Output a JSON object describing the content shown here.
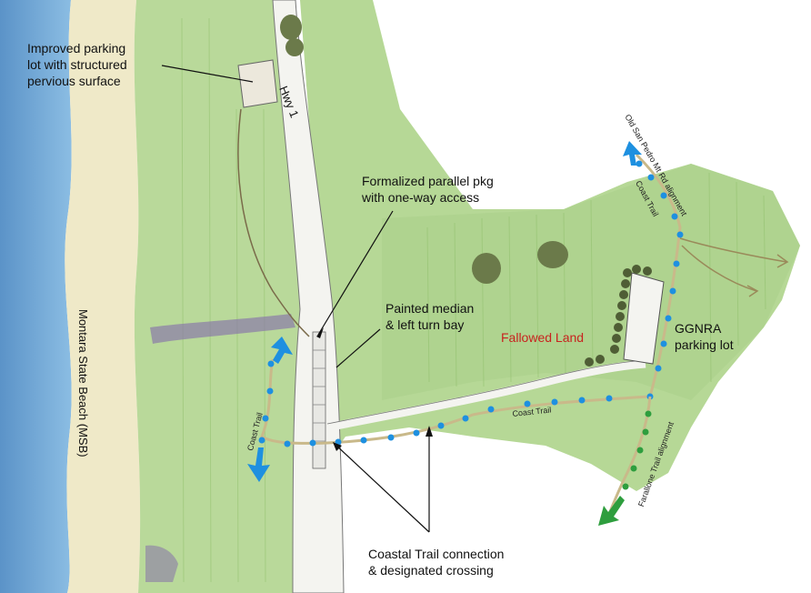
{
  "labels": {
    "improved_parking": "Improved parking lot with structured pervious surface",
    "improved_parking_lines": [
      "Improved parking",
      "lot with structured",
      "pervious surface"
    ],
    "hwy": "Hwy 1",
    "parallel_pkg_lines": [
      "Formalized parallel pkg",
      "with one-way access"
    ],
    "median_lines": [
      "Painted median",
      "& left turn bay"
    ],
    "fallowed_land": "Fallowed Land",
    "ggnra_lines": [
      "GGNRA",
      "parking lot"
    ],
    "coastal_connection_lines": [
      "Coastal Trail connection",
      "& designated crossing"
    ],
    "montara_beach": "Montara State Beach (MSB)",
    "coast_trail_left": "Coast Trail",
    "coast_trail_mid": "Coast Trail",
    "coast_trail_right": "Coast Trail",
    "old_san_pedro": "Old San Pedro Mt Rd alignment",
    "farallone_trail": "Farallone Trail alignment"
  },
  "colors": {
    "ocean": "#6fa6d6",
    "beach": "#efe9c8",
    "grass": "#b9d99a",
    "grass_dark": "#9cc97a",
    "road": "#f4f4f0",
    "trail_blue": "#1e90e0",
    "trail_green": "#2e9e3e",
    "label_red": "#c8231f",
    "trees": "#6b7a4a",
    "lavender": "#8a7aa8"
  },
  "icons": [
    "arrow-up-icon",
    "arrow-down-icon",
    "arrow-northwest-icon",
    "arrow-southwest-icon",
    "arrow-east-icon"
  ]
}
